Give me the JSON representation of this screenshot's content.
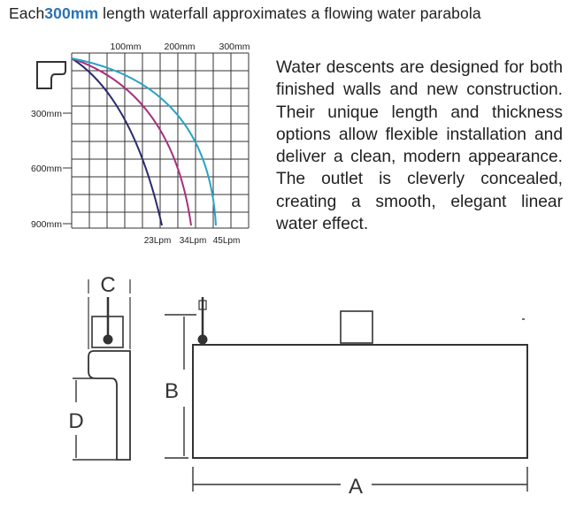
{
  "title": {
    "prefix": "Each",
    "highlight": "300mm",
    "suffix": " length waterfall approximates a flowing water parabola"
  },
  "description": "Water descents are designed for both finished walls and new construction. Their unique length and thickness options allow flexible installation and deliver a clean, modern appearance. The outlet is cleverly concealed, creating a smooth, elegant linear water effect.",
  "graph": {
    "x_ticks": [
      "100mm",
      "200mm",
      "300mm"
    ],
    "y_ticks": [
      "300mm",
      "600mm",
      "900mm"
    ],
    "flow_labels": [
      "23Lpm",
      "34Lpm",
      "45Lpm"
    ],
    "curves": [
      {
        "flow": "23Lpm",
        "color": "#2a2a6e",
        "end_x_mm": 170
      },
      {
        "flow": "34Lpm",
        "color": "#a8307e",
        "end_x_mm": 222
      },
      {
        "flow": "45Lpm",
        "color": "#2aa3c6",
        "end_x_mm": 270
      }
    ]
  },
  "dimensions": {
    "a": "A",
    "b": "B",
    "c": "C",
    "d": "D"
  }
}
